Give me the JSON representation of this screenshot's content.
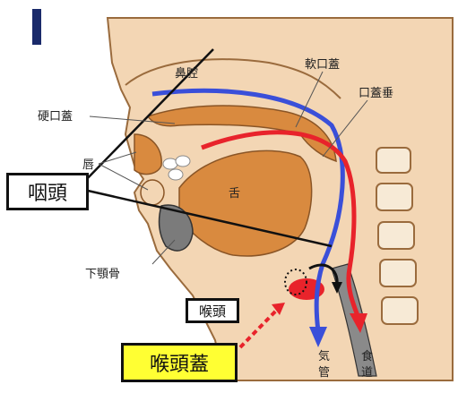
{
  "labels": {
    "nasal_cavity": "鼻腔",
    "soft_palate": "軟口蓋",
    "uvula": "口蓋垂",
    "hard_palate": "硬口蓋",
    "lips": "唇",
    "tongue": "舌",
    "mandible": "下顎骨",
    "trachea_1": "気",
    "trachea_2": "管",
    "esophagus_1": "食",
    "esophagus_2": "道"
  },
  "boxes": {
    "pharynx": "咽頭",
    "larynx": "喉頭",
    "epiglottis": "喉頭蓋"
  },
  "colors": {
    "flesh": "#f3d6b4",
    "orange": "#d98a3f",
    "air_path": "#3a4fd9",
    "food_path": "#e8232b",
    "gray": "#7b7b7b",
    "highlight": "#ffff33"
  }
}
